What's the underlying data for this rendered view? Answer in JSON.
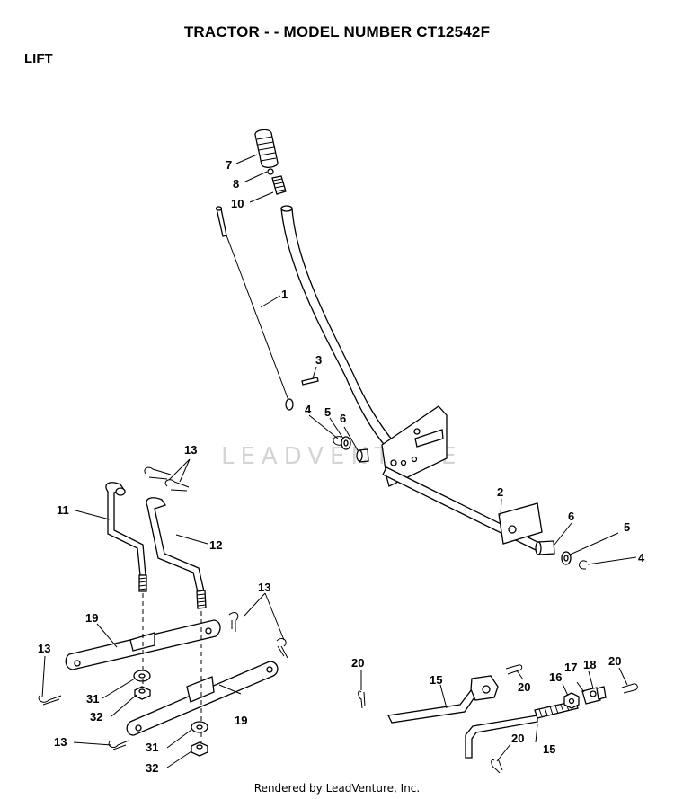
{
  "header": {
    "title": "TRACTOR - - MODEL NUMBER CT12542F",
    "section": "LIFT"
  },
  "watermark": "LEADVENTURE",
  "footer": "Rendered by LeadVenture, Inc.",
  "callouts": {
    "c1": "1",
    "c2": "2",
    "c3": "3",
    "c4a": "4",
    "c4b": "4",
    "c5a": "5",
    "c5b": "5",
    "c6a": "6",
    "c6b": "6",
    "c7": "7",
    "c8": "8",
    "c10": "10",
    "c11": "11",
    "c12": "12",
    "c13a": "13",
    "c13b": "13",
    "c13c": "13",
    "c13d": "13",
    "c15a": "15",
    "c15b": "15",
    "c16": "16",
    "c17": "17",
    "c18": "18",
    "c19a": "19",
    "c19b": "19",
    "c20a": "20",
    "c20b": "20",
    "c20c": "20",
    "c20d": "20",
    "c31a": "31",
    "c31b": "31",
    "c32a": "32",
    "c32b": "32"
  }
}
